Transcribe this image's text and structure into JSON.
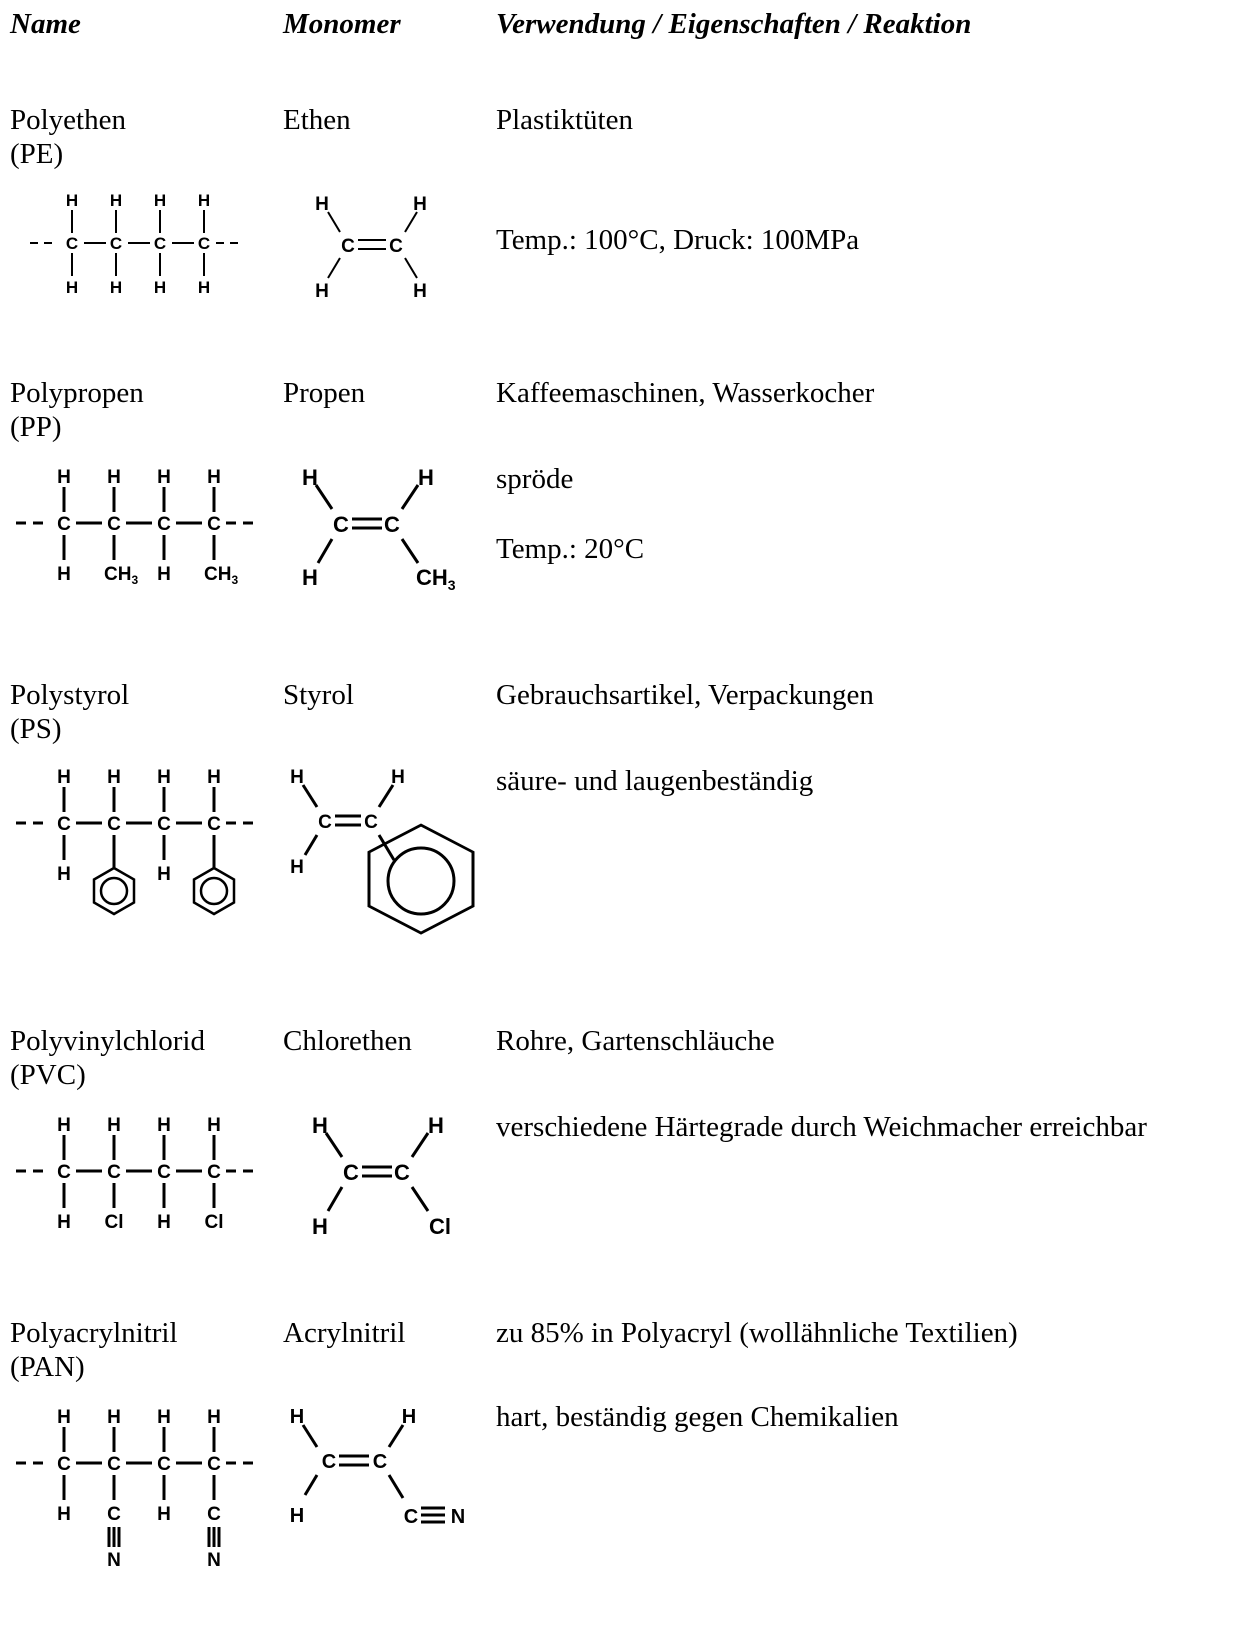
{
  "headers": {
    "name": "Name",
    "monomer": "Monomer",
    "usage": "Verwendung / Eigenschaften / Reaktion"
  },
  "polymers": [
    {
      "name": "Polyethen",
      "abbr": "(PE)",
      "monomer": "Ethen",
      "notes": [
        "Plastiktüten",
        "Temp.: 100°C, Druck: 100MPa"
      ]
    },
    {
      "name": "Polypropen",
      "abbr": "(PP)",
      "monomer": "Propen",
      "notes": [
        "Kaffeemaschinen, Wasserkocher",
        "spröde",
        "Temp.: 20°C"
      ]
    },
    {
      "name": "Polystyrol",
      "abbr": "(PS)",
      "monomer": "Styrol",
      "notes": [
        "Gebrauchsartikel, Verpackungen",
        "säure- und laugenbeständig"
      ]
    },
    {
      "name": "Polyvinylchlorid",
      "abbr": "(PVC)",
      "monomer": "Chlorethen",
      "notes": [
        "Rohre, Gartenschläuche",
        "verschiedene Härtegrade durch Weichmacher  erreichbar"
      ]
    },
    {
      "name": "Polyacrylnitril",
      "abbr": "(PAN)",
      "monomer": "Acrylnitril",
      "notes": [
        "zu 85% in Polyacryl (wollähnliche Textilien)",
        "hart, beständig gegen Chemikalien"
      ]
    }
  ],
  "atoms": {
    "carbon": "C",
    "hydrogen": "H",
    "chlorine": "Cl",
    "nitrogen": "N",
    "methyl": "CH",
    "methyl_sub": "3",
    "chain_end": "- -"
  }
}
